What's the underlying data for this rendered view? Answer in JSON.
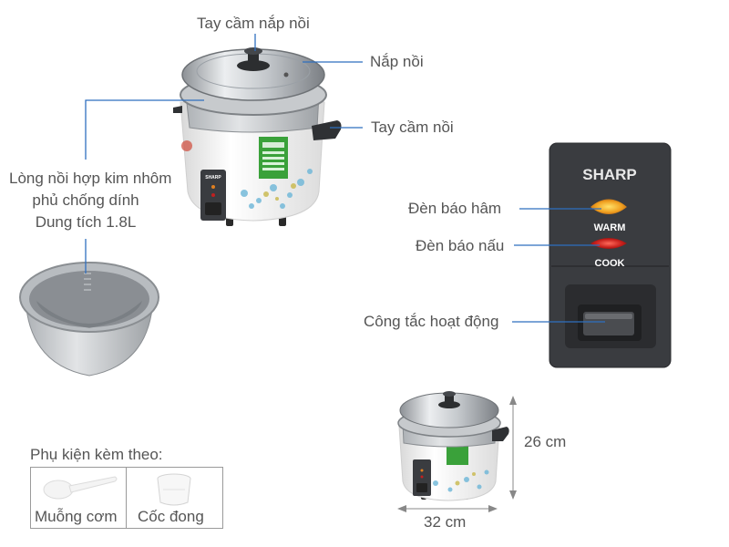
{
  "labels": {
    "lid_handle": "Tay cầm nắp nồi",
    "lid": "Nắp nồi",
    "pot_handle": "Tay cầm nồi",
    "inner_pot_line1": "Lòng nồi hợp kim nhôm",
    "inner_pot_line2": "phủ chống dính",
    "inner_pot_line3": "Dung tích 1.8L",
    "warm_light": "Đèn báo hâm",
    "cook_light": "Đèn báo nấu",
    "switch": "Công tắc hoạt động",
    "height": "26 cm",
    "width": "32 cm"
  },
  "panel": {
    "brand": "SHARP",
    "warm": "WARM",
    "cook": "COOK"
  },
  "cooker_badge": "SHARP",
  "accessories": {
    "title": "Phụ kiện kèm theo:",
    "items": [
      "Muỗng cơm",
      "Cốc đong"
    ]
  },
  "colors": {
    "line": "#2f6fbf",
    "panel": "#3a3c40",
    "warm_lamp": "#f0a020",
    "cook_lamp": "#c8201c",
    "sticker": "#3aa13a"
  }
}
